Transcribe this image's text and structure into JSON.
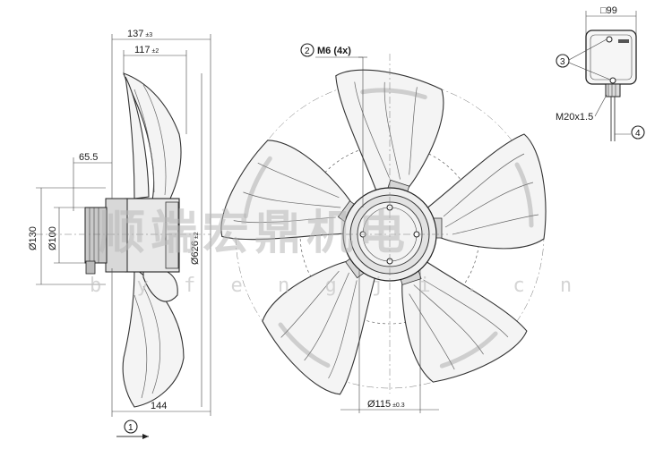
{
  "side_view": {
    "dim_total_depth": "137",
    "dim_total_depth_tol": "±3",
    "dim_blade_depth": "117",
    "dim_blade_depth_tol": "±2",
    "dim_motor_offset": "65.5",
    "dim_flange_dia": "Ø130",
    "dim_shaft_dia": "Ø100",
    "dim_fan_dia": "Ø626",
    "dim_fan_dia_tol": "±2",
    "dim_bottom_depth": "144",
    "label_flow_marker": "1"
  },
  "front_view": {
    "label_marker": "2",
    "label_thread": "M6 (4x)",
    "dim_hub_dia": "Ø115",
    "dim_hub_dia_tol": "±0.3",
    "blade_count": 5
  },
  "terminal_box": {
    "dim_box_width": "□99",
    "label_marker_screws": "3",
    "label_cable_gland": "M20x1.5",
    "label_marker_cable": "4"
  },
  "watermark": {
    "text_cn": "顺端宏鼎机电",
    "text_url": "b y f e n g j i . c n"
  },
  "colors": {
    "line": "#333333",
    "blade_fill": "#f4f4f4",
    "watermark": "#b8b8b8"
  }
}
